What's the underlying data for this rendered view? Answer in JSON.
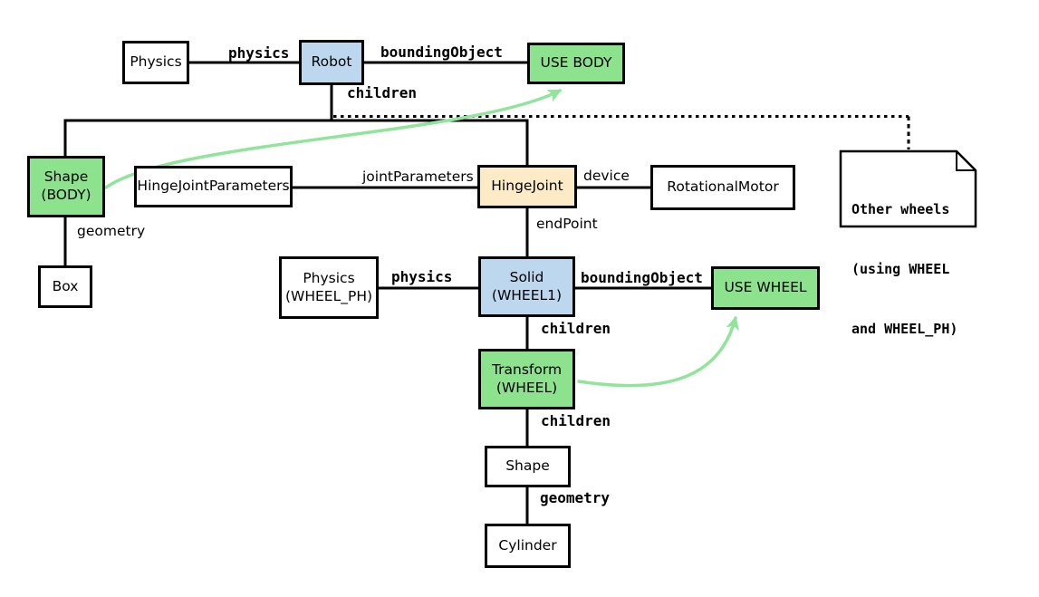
{
  "nodes": {
    "physics_top": {
      "label": "Physics"
    },
    "robot": {
      "label": "Robot"
    },
    "use_body": {
      "label": "USE BODY"
    },
    "shape_body": {
      "line1": "Shape",
      "line2": "(BODY)"
    },
    "box": {
      "label": "Box"
    },
    "hinge_joint_parameters": {
      "label": "HingeJointParameters"
    },
    "hinge_joint": {
      "label": "HingeJoint"
    },
    "rotational_motor": {
      "label": "RotationalMotor"
    },
    "physics_wheel": {
      "line1": "Physics",
      "line2": "(WHEEL_PH)"
    },
    "solid_wheel1": {
      "line1": "Solid",
      "line2": "(WHEEL1)"
    },
    "use_wheel": {
      "label": "USE WHEEL"
    },
    "transform_wheel": {
      "line1": "Transform",
      "line2": "(WHEEL)"
    },
    "shape_mid": {
      "label": "Shape"
    },
    "cylinder": {
      "label": "Cylinder"
    }
  },
  "edge_labels": {
    "physics_top": "physics",
    "bounding_object_top": "boundingObject",
    "children_top": "children",
    "joint_parameters": "jointParameters",
    "device": "device",
    "end_point": "endPoint",
    "physics_wheel": "physics",
    "bounding_object_wheel": "boundingObject",
    "children_solid": "children",
    "children_transform": "children",
    "geometry_body": "geometry",
    "geometry_shape": "geometry"
  },
  "note": {
    "line1": "Other wheels",
    "line2": "(using WHEEL",
    "line3": "and WHEEL_PH)"
  },
  "colors": {
    "node_blue": "#BDD7EE",
    "node_green": "#8DE38D",
    "node_cream": "#FDEBC8",
    "arrow_green": "#90E59B",
    "line_black": "#000000"
  }
}
